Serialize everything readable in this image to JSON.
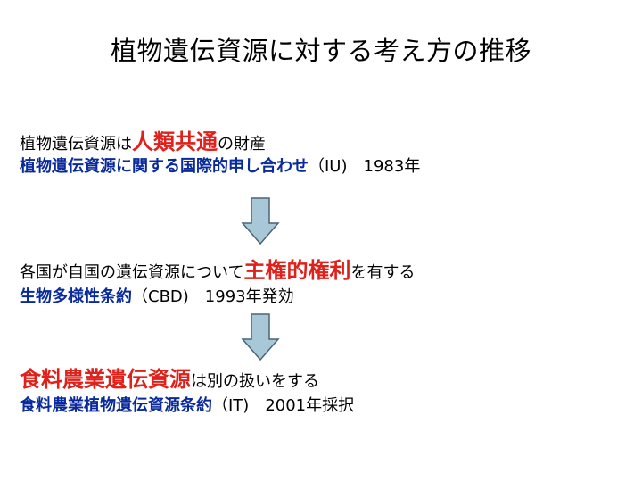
{
  "title": "植物遺伝資源に対する考え方の推移",
  "colors": {
    "accent_red": "#e0201a",
    "accent_blue": "#0a2a9c",
    "arrow_fill": "#a8c8d8",
    "arrow_stroke": "#4a6478"
  },
  "sections": [
    {
      "line1": {
        "prefix": "植物遺伝資源は",
        "emphasis": "人類共通",
        "suffix": "の財産"
      },
      "line2": {
        "name": "植物遺伝資源に関する国際的申し合わせ",
        "detail": "（IU)　1983年"
      }
    },
    {
      "line1": {
        "prefix": "各国が自国の遺伝資源について",
        "emphasis": "主権的権利",
        "suffix": "を有する"
      },
      "line2": {
        "name": "生物多様性条約",
        "detail": "（CBD)　1993年発効"
      }
    },
    {
      "line1": {
        "prefix": "",
        "emphasis": "食料農業遺伝資源",
        "suffix": "は別の扱いをする"
      },
      "line2": {
        "name": "食料農業植物遺伝資源条約",
        "detail": "（IT)　2001年採択"
      }
    }
  ],
  "arrows": [
    "down-arrow",
    "down-arrow"
  ]
}
